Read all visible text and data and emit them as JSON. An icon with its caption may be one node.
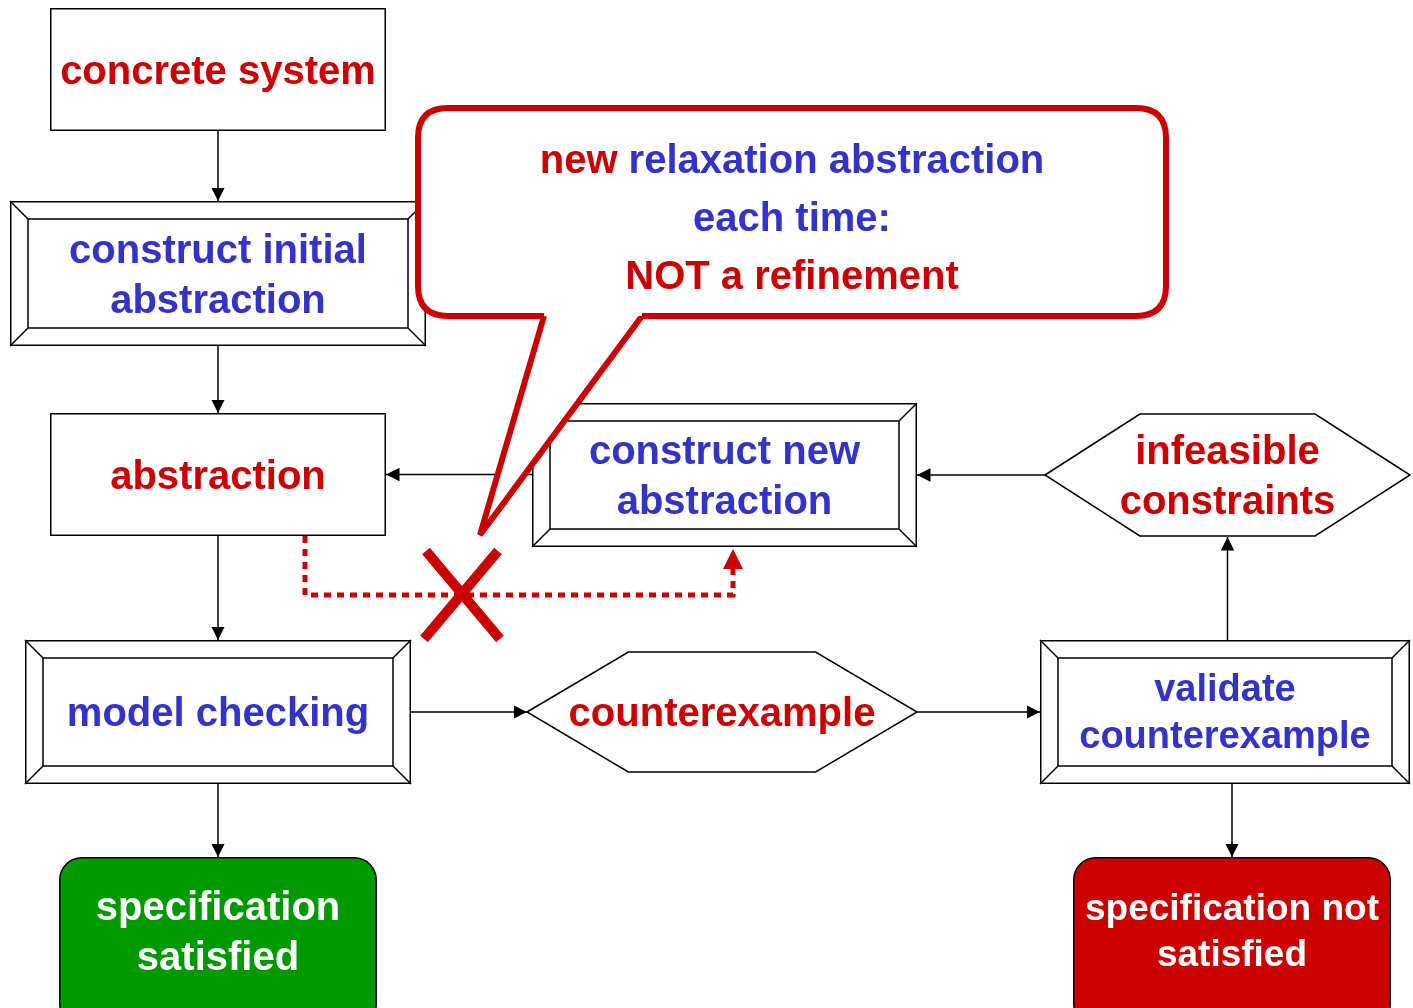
{
  "diagram": {
    "nodes": [
      {
        "text": [
          "concrete system"
        ]
      },
      {
        "text": [
          "construct initial abstraction"
        ]
      },
      {
        "text": [
          "*new* relaxation abstraction each time:",
          "NOT a refinement"
        ]
      },
      {
        "text": [
          "abstraction"
        ]
      },
      {
        "text": [
          "construct new abstraction"
        ]
      },
      {
        "text": [
          "infeasible constraints"
        ]
      },
      {
        "text": [
          "model checking"
        ]
      },
      {
        "text": [
          "counterexample"
        ]
      },
      {
        "text": [
          "validate counterexample"
        ]
      },
      {
        "text": [
          "specification satisfied"
        ]
      },
      {
        "text": [
          "specification not satisfied"
        ]
      }
    ],
    "edges": [
      {
        "from": 0,
        "to": 1,
        "arrow": "to"
      },
      {
        "from": 1,
        "to": 3,
        "arrow": "to"
      },
      {
        "from": 4,
        "to": 3,
        "arrow": "to"
      },
      {
        "from": 3,
        "to": 6,
        "arrow": "to"
      },
      {
        "from": 3,
        "to": 4,
        "arrow": "to",
        "style": "dashed",
        "color": "#cc0000"
      },
      {
        "from": 6,
        "to": 7,
        "arrow": "to"
      },
      {
        "from": 7,
        "to": 8,
        "arrow": "to"
      },
      {
        "from": 8,
        "to": 5,
        "arrow": "to"
      },
      {
        "from": 5,
        "to": 4,
        "arrow": "to"
      },
      {
        "from": 6,
        "to": 9,
        "arrow": "to"
      },
      {
        "from": 8,
        "to": 10,
        "arrow": "to"
      }
    ]
  }
}
